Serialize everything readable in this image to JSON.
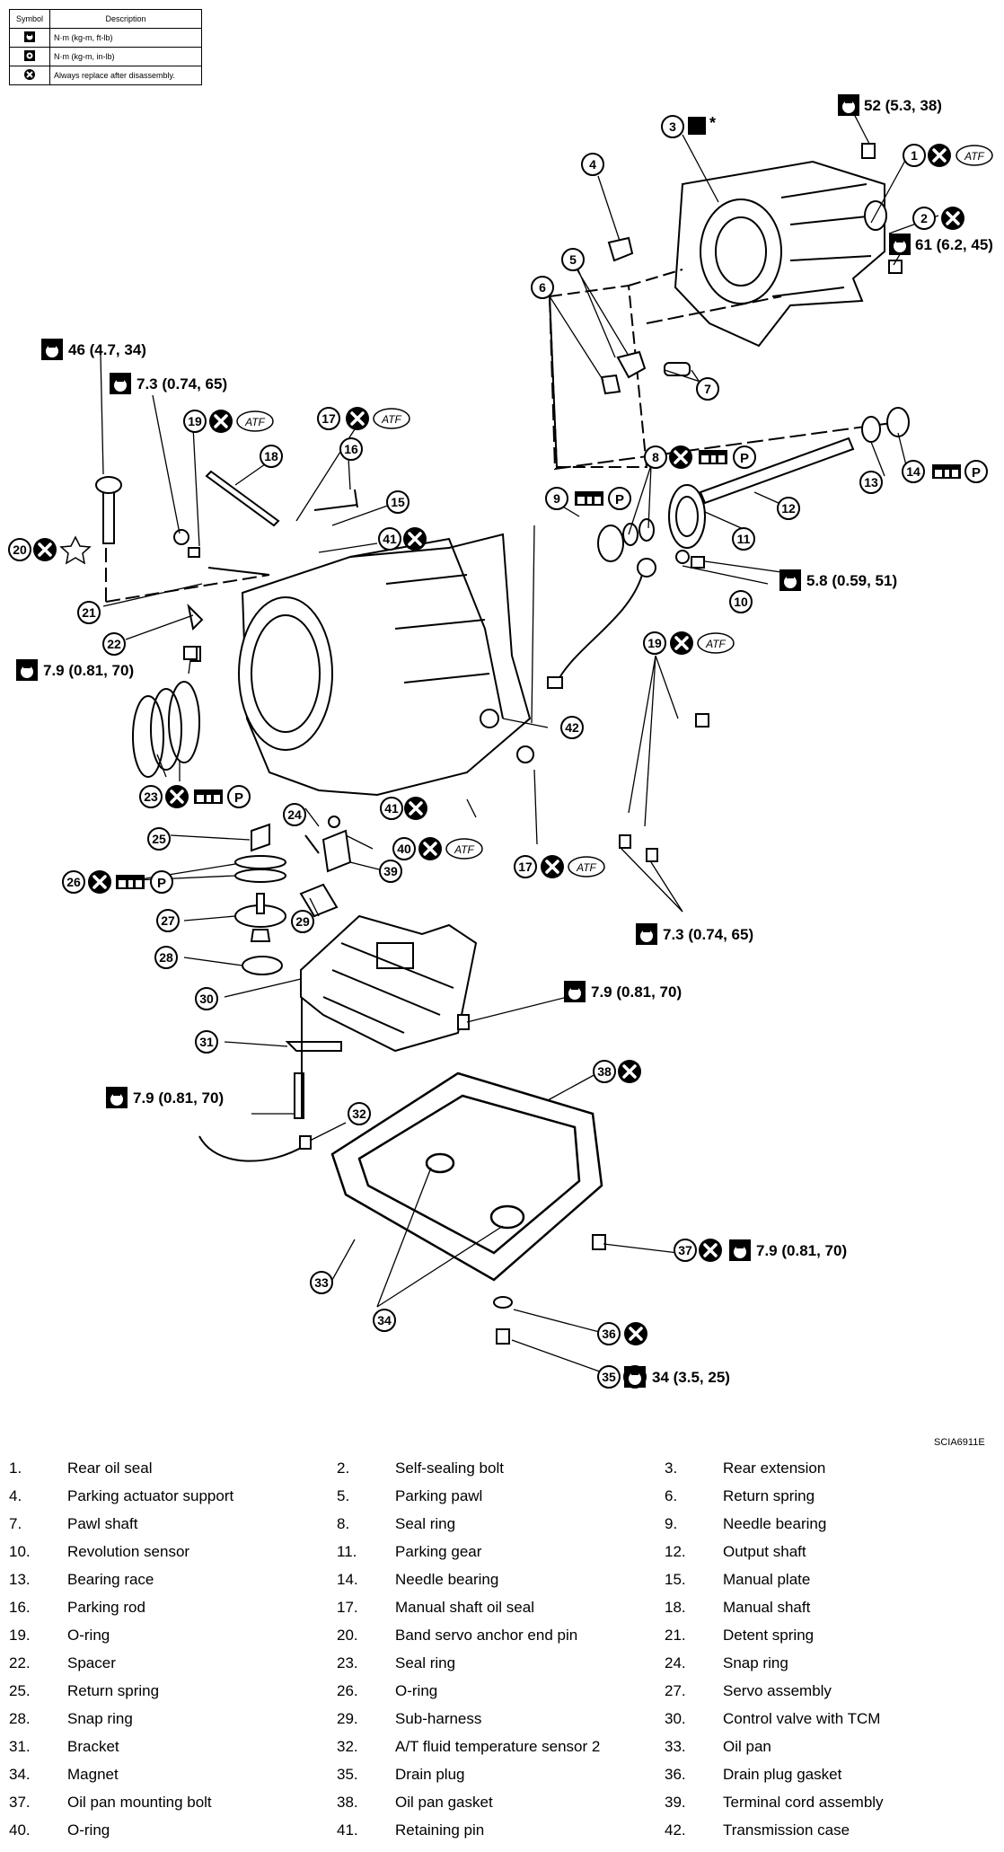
{
  "legend": {
    "header_symbol": "Symbol",
    "header_description": "Description",
    "rows": [
      {
        "icon": "torque-nm-ft-lb-icon",
        "description": "N·m (kg-m, ft-lb)"
      },
      {
        "icon": "torque-nm-in-lb-icon",
        "description": "N·m (kg-m, in-lb)"
      },
      {
        "icon": "always-replace-icon",
        "description": "Always replace after disassembly."
      }
    ]
  },
  "figure_code": "SCIA6911E",
  "torque_specs": {
    "t52": "52  (5.3,  38)",
    "t61": "61 (6.2, 45)",
    "t46": "46  (4.7,  34)",
    "t73a": "7.3  (0.74,  65)",
    "t58": "5.8  (0.59,  51)",
    "t79a": "7.9  (0.81,  70)",
    "t73b": "7.3  (0.74,  65)",
    "t79b": "7.9  (0.81,  70)",
    "t79c": "7.9  (0.81,  70)",
    "t79d": "7.9  (0.81,  70)",
    "t34": "34  (3.5,  25)"
  },
  "atf_label": "ATF",
  "p_label": "P",
  "star3": "*",
  "callout_numbers": [
    "1",
    "2",
    "3",
    "4",
    "5",
    "6",
    "7",
    "8",
    "9",
    "10",
    "11",
    "12",
    "13",
    "14",
    "15",
    "16",
    "17",
    "18",
    "19",
    "20",
    "21",
    "22",
    "23",
    "24",
    "25",
    "26",
    "27",
    "28",
    "29",
    "30",
    "31",
    "32",
    "33",
    "34",
    "35",
    "36",
    "37",
    "38",
    "39",
    "40",
    "41",
    "42"
  ],
  "parts": [
    {
      "num": "1.",
      "name": "Rear oil seal"
    },
    {
      "num": "2.",
      "name": "Self-sealing bolt"
    },
    {
      "num": "3.",
      "name": "Rear extension"
    },
    {
      "num": "4.",
      "name": "Parking actuator support"
    },
    {
      "num": "5.",
      "name": "Parking pawl"
    },
    {
      "num": "6.",
      "name": "Return spring"
    },
    {
      "num": "7.",
      "name": "Pawl shaft"
    },
    {
      "num": "8.",
      "name": "Seal ring"
    },
    {
      "num": "9.",
      "name": "Needle bearing"
    },
    {
      "num": "10.",
      "name": "Revolution sensor"
    },
    {
      "num": "11.",
      "name": "Parking gear"
    },
    {
      "num": "12.",
      "name": "Output shaft"
    },
    {
      "num": "13.",
      "name": "Bearing race"
    },
    {
      "num": "14.",
      "name": "Needle bearing"
    },
    {
      "num": "15.",
      "name": "Manual plate"
    },
    {
      "num": "16.",
      "name": "Parking rod"
    },
    {
      "num": "17.",
      "name": "Manual shaft oil seal"
    },
    {
      "num": "18.",
      "name": "Manual shaft"
    },
    {
      "num": "19.",
      "name": "O-ring"
    },
    {
      "num": "20.",
      "name": "Band servo anchor end pin"
    },
    {
      "num": "21.",
      "name": "Detent spring"
    },
    {
      "num": "22.",
      "name": "Spacer"
    },
    {
      "num": "23.",
      "name": "Seal ring"
    },
    {
      "num": "24.",
      "name": "Snap ring"
    },
    {
      "num": "25.",
      "name": "Return spring"
    },
    {
      "num": "26.",
      "name": "O-ring"
    },
    {
      "num": "27.",
      "name": "Servo assembly"
    },
    {
      "num": "28.",
      "name": "Snap ring"
    },
    {
      "num": "29.",
      "name": "Sub-harness"
    },
    {
      "num": "30.",
      "name": "Control valve with TCM"
    },
    {
      "num": "31.",
      "name": "Bracket"
    },
    {
      "num": "32.",
      "name": "A/T fluid temperature sensor 2"
    },
    {
      "num": "33.",
      "name": "Oil pan"
    },
    {
      "num": "34.",
      "name": "Magnet"
    },
    {
      "num": "35.",
      "name": "Drain plug"
    },
    {
      "num": "36.",
      "name": "Drain plug gasket"
    },
    {
      "num": "37.",
      "name": "Oil pan mounting bolt"
    },
    {
      "num": "38.",
      "name": "Oil pan gasket"
    },
    {
      "num": "39.",
      "name": "Terminal cord assembly"
    },
    {
      "num": "40.",
      "name": "O-ring"
    },
    {
      "num": "41.",
      "name": "Retaining pin"
    },
    {
      "num": "42.",
      "name": "Transmission case"
    }
  ]
}
